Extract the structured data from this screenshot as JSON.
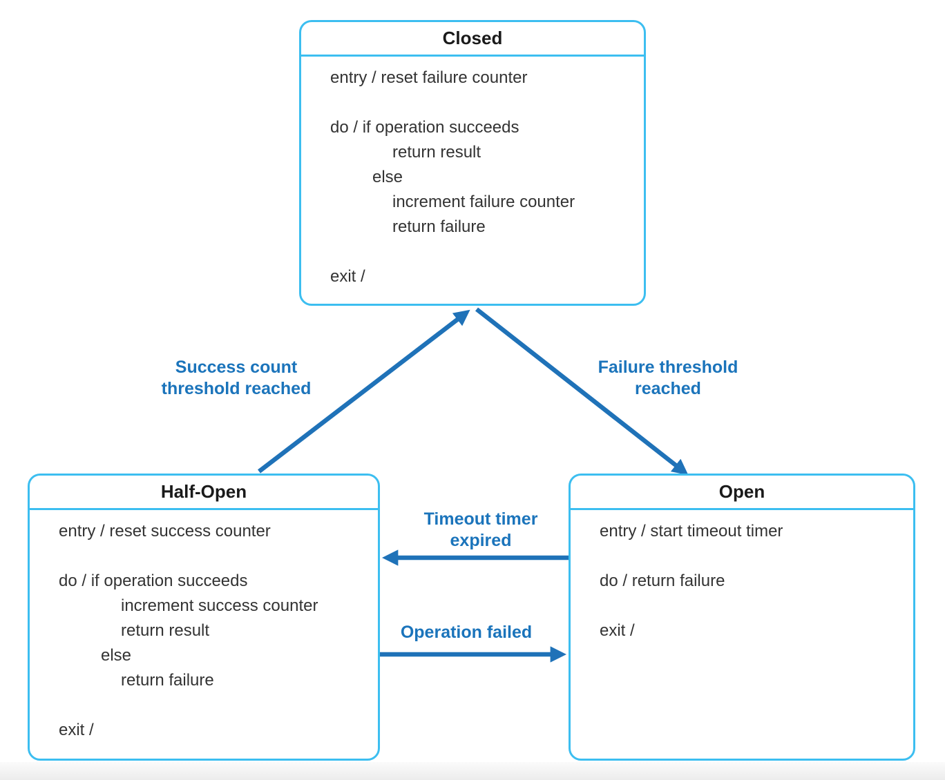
{
  "colors": {
    "box_border": "#3cbef0",
    "arrow": "#1f72b8",
    "transition_label": "#1b74bb",
    "body_text": "#333333",
    "title_text": "#1a1a1a"
  },
  "states": {
    "closed": {
      "title": "Closed",
      "lines": [
        "entry / reset failure counter",
        "do / if operation succeeds",
        "return result",
        "else",
        "increment failure counter",
        "return failure",
        "exit /"
      ]
    },
    "half_open": {
      "title": "Half-Open",
      "lines": [
        "entry / reset success counter",
        "do / if operation succeeds",
        "increment success counter",
        "return result",
        "else",
        "return failure",
        "exit /"
      ]
    },
    "open": {
      "title": "Open",
      "lines": [
        "entry / start timeout timer",
        "do / return failure",
        "exit /"
      ]
    }
  },
  "transitions": {
    "half_open_to_closed": {
      "line1": "Success count",
      "line2": "threshold reached"
    },
    "closed_to_open": {
      "line1": "Failure threshold",
      "line2": "reached"
    },
    "open_to_half_open": {
      "line1": "Timeout timer",
      "line2": "expired"
    },
    "half_open_to_open": {
      "line1": "Operation failed"
    }
  }
}
